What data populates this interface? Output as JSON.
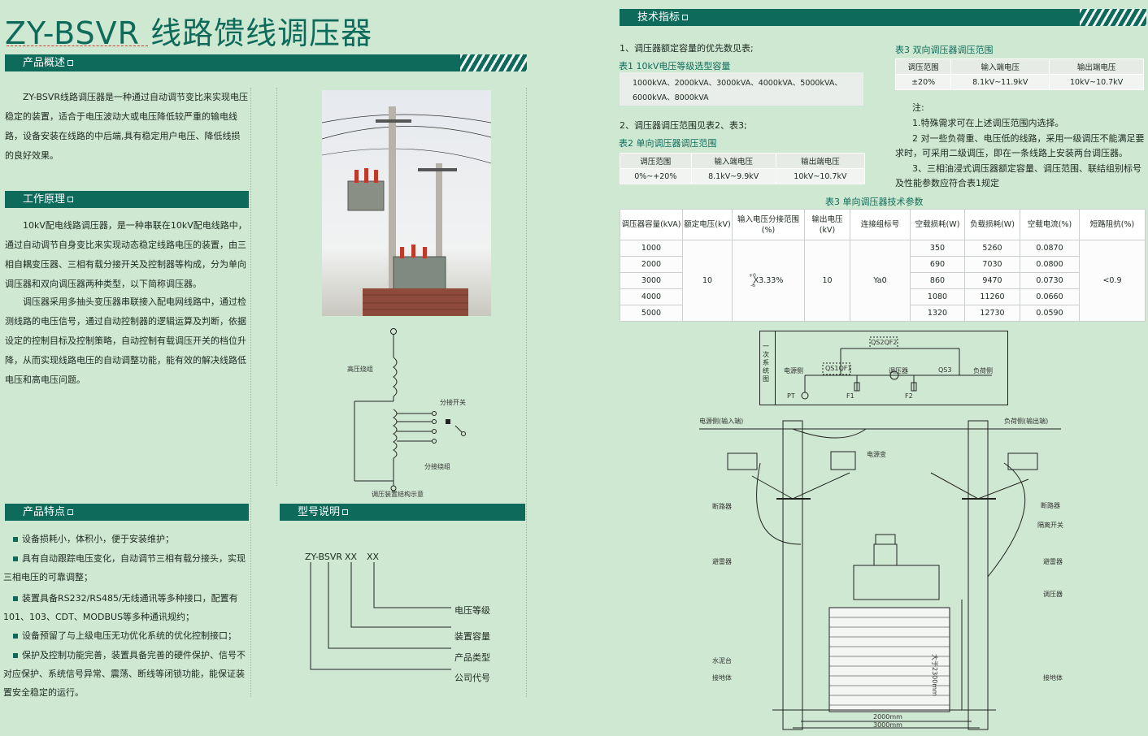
{
  "title": "ZY-BSVR 线路馈线调压器",
  "sections": {
    "overview": "产品概述",
    "principle": "工作原理",
    "features": "产品特点",
    "model": "型号说明",
    "tech": "技术指标"
  },
  "overview_text": "ZY-BSVR线路调压器是一种通过自动调节变比来实现电压稳定的装置，适合于电压波动大或电压降低较严重的输电线路，设备安装在线路的中后端,具有稳定用户电压、降低线损的良好效果。",
  "principle_p1": "10kV配电线路调压器，是一种串联在10kV配电线路中，通过自动调节自身变比来实现动态稳定线路电压的装置，由三相自耦变压器、三相有载分接开关及控制器等构成，分为单向调压器和双向调压器两种类型，以下简称调压器。",
  "principle_p2": "调压器采用多抽头变压器串联接入配电网线路中，通过检测线路的电压信号，通过自动控制器的逻辑运算及判断，依据设定的控制目标及控制策略，自动控制有载调压开关的档位升降，从而实现线路电压的自动调整功能，能有效的解决线路低电压和高电压问题。",
  "features": [
    "设备损耗小，体积小，便于安装维护；",
    "具有自动跟踪电压变化，自动调节三相有载分接头，实现三相电压的可靠调整；",
    "装置具备RS232/RS485/无线通讯等多种接口，配置有101、103、CDT、MODBUS等多种通讯规约；",
    "设备预留了与上级电压无功优化系统的优化控制接口；",
    "保护及控制功能完善，装置具备完善的硬件保护、信号不对应保护、系统信号异常、震荡、断线等闭锁功能，能保证装置安全稳定的运行。"
  ],
  "diagram_labels": {
    "hv_winding": "高压绕组",
    "tap_switch": "分接开关",
    "tap_winding": "分接绕组",
    "caption": "调压装置结构示意"
  },
  "model": {
    "code": "ZY-BSVR",
    "xx1": "XX",
    "xx2": "XX",
    "labels": [
      "电压等级",
      "装置容量",
      "产品类型",
      "公司代号"
    ]
  },
  "tech": {
    "line1": "1、调压器额定容量的优先数见表;",
    "table1_title": "表1  10kV电压等级选型容量",
    "table1_line1": "1000kVA、2000kVA、3000kVA、4000kVA、5000kVA、",
    "table1_line2": "6000kVA、8000kVA",
    "line2": "2、调压器调压范围见表2、表3;",
    "table2_title": "表2 单向调压器调压范围",
    "table2": {
      "headers": [
        "调压范围",
        "输入端电压",
        "输出端电压"
      ],
      "row": [
        "0%~+20%",
        "8.1kV~9.9kV",
        "10kV~10.7kV"
      ]
    },
    "table3_title": "表3 双向调压器调压范围",
    "table3": {
      "headers": [
        "调压范围",
        "输入端电压",
        "输出端电压"
      ],
      "row": [
        "±20%",
        "8.1kV~11.9kV",
        "10kV~10.7kV"
      ]
    },
    "notes_title": "注:",
    "note1": "1.特殊需求可在上述调压范围内选择。",
    "note2": "2 对一些负荷重、电压低的线路，采用一级调压不能满足要求时，可采用二级调压，即在一条线路上安装两台调压器。",
    "note3": "3、三相油浸式调压器额定容量、调压范围、联结组别标号及性能参数应符合表1规定",
    "table4_title": "表3 单向调压器技术参数",
    "table4": {
      "headers": [
        "调压器容量(kVA)",
        "额定电压(kV)",
        "输入电压分接范围(%)",
        "输出电压(kV)",
        "连接组标号",
        "空载损耗(W)",
        "负载损耗(W)",
        "空载电流(%)",
        "短路阻抗(%)"
      ],
      "capacity": [
        "1000",
        "2000",
        "3000",
        "4000",
        "5000"
      ],
      "rated_voltage": "10",
      "tap_range": "X3.33%",
      "tap_small_top": "+0",
      "tap_small_bottom": "-6",
      "output_voltage": "10",
      "vector_group": "Ya0",
      "no_load_loss": [
        "350",
        "690",
        "860",
        "1080",
        "1320"
      ],
      "load_loss": [
        "5260",
        "7030",
        "9470",
        "11260",
        "12730"
      ],
      "no_load_current": [
        "0.0870",
        "0.0800",
        "0.0730",
        "0.0660",
        "0.0590"
      ],
      "impedance": "<0.9"
    }
  },
  "wiring": {
    "vertical_label": "一次系统图",
    "source_side": "电源侧",
    "load_side": "负荷侧",
    "qs2qf2": "QS2QF2",
    "qs1qf1": "QS1QF1",
    "regulator": "调压器",
    "qs3": "QS3",
    "pt": "PT",
    "f1": "F1",
    "f2": "F2"
  },
  "install": {
    "source_input": "电源侧(输入端)",
    "load_output": "负荷侧(输出端)",
    "power_transformer": "电源变",
    "breaker_l": "断路器",
    "breaker_r": "断路器",
    "isolator": "隔离开关",
    "arrester_l": "避雷器",
    "arrester_r": "避雷器",
    "regulator": "调压器",
    "platform": "水泥台",
    "ground_l": "接地体",
    "ground_r": "接地体",
    "height": "大于2300mm",
    "dim1": "2000mm",
    "dim2": "3000mm"
  }
}
